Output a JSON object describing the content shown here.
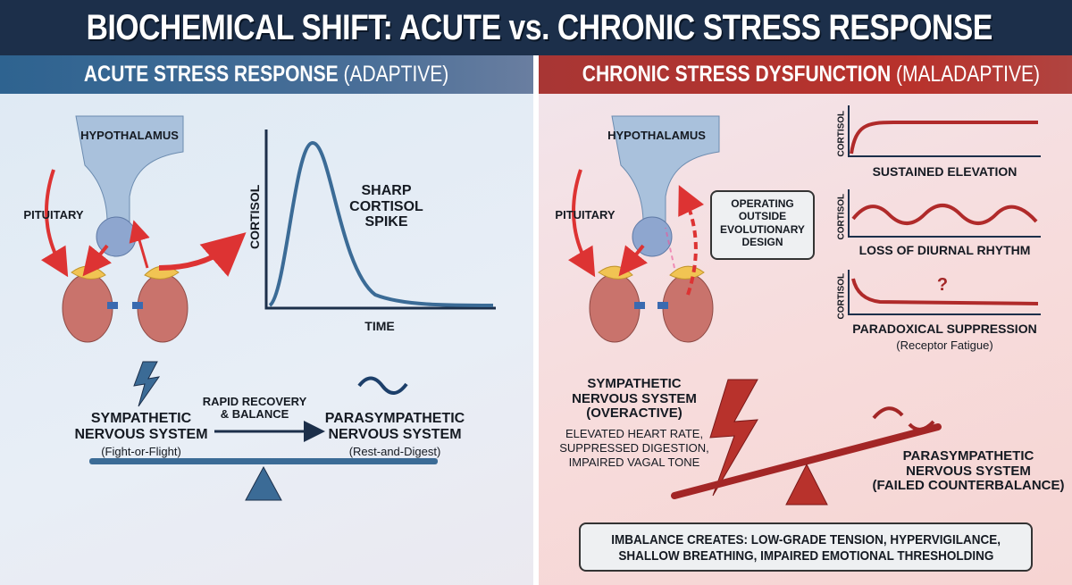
{
  "title": "BIOCHEMICAL SHIFT: ACUTE vs. CHRONIC STRESS RESPONSE",
  "left": {
    "header_bold": "ACUTE STRESS RESPONSE",
    "header_light": "(ADAPTIVE)",
    "hypothalamus": "HYPOTHALAMUS",
    "pituitary": "PITUITARY",
    "chart_ylabel": "CORTISOL",
    "chart_xlabel": "TIME",
    "chart_annotation": [
      "SHARP",
      "CORTISOL",
      "SPIKE"
    ],
    "sympathetic": [
      "SYMPATHETIC",
      "NERVOUS SYSTEM"
    ],
    "sympathetic_sub": "(Fight-or-Flight)",
    "recovery": [
      "RAPID RECOVERY",
      "& BALANCE"
    ],
    "parasympathetic": [
      "PARASYMPATHETIC",
      "NERVOUS SYSTEM"
    ],
    "parasympathetic_sub": "(Rest-and-Digest)"
  },
  "right": {
    "header_bold": "CHRONIC STRESS DYSFUNCTION",
    "header_light": "(MALADAPTIVE)",
    "hypothalamus": "HYPOTHALAMUS",
    "pituitary": "PITUITARY",
    "operating_box": [
      "OPERATING",
      "OUTSIDE",
      "EVOLUTIONARY",
      "DESIGN"
    ],
    "mini_charts": [
      {
        "ylabel": "CORTISOL",
        "label": "SUSTAINED ELEVATION",
        "sub": ""
      },
      {
        "ylabel": "CORTISOL",
        "label": "LOSS OF DIURNAL RHYTHM",
        "sub": ""
      },
      {
        "ylabel": "CORTISOL",
        "label": "PARADOXICAL SUPPRESSION",
        "sub": "(Receptor Fatigue)",
        "mark": "?"
      }
    ],
    "sympathetic": [
      "SYMPATHETIC",
      "NERVOUS SYSTEM",
      "(OVERACTIVE)"
    ],
    "sympathetic_effects": [
      "ELEVATED HEART RATE,",
      "SUPPRESSED DIGESTION,",
      "IMPAIRED VAGAL TONE"
    ],
    "parasympathetic": [
      "PARASYMPATHETIC",
      "NERVOUS SYSTEM",
      "(FAILED COUNTERBALANCE)"
    ],
    "imbalance": [
      "IMBALANCE CREATES: LOW-GRADE TENSION, HYPERVIGILANCE,",
      "SHALLOW BREATHING, IMPAIRED EMOTIONAL THRESHOLDING"
    ]
  },
  "colors": {
    "navy": "#1c2f4a",
    "blue": "#2e6390",
    "red": "#b8322c",
    "line_blue": "#3b6b96",
    "line_red": "#b02a2a"
  }
}
